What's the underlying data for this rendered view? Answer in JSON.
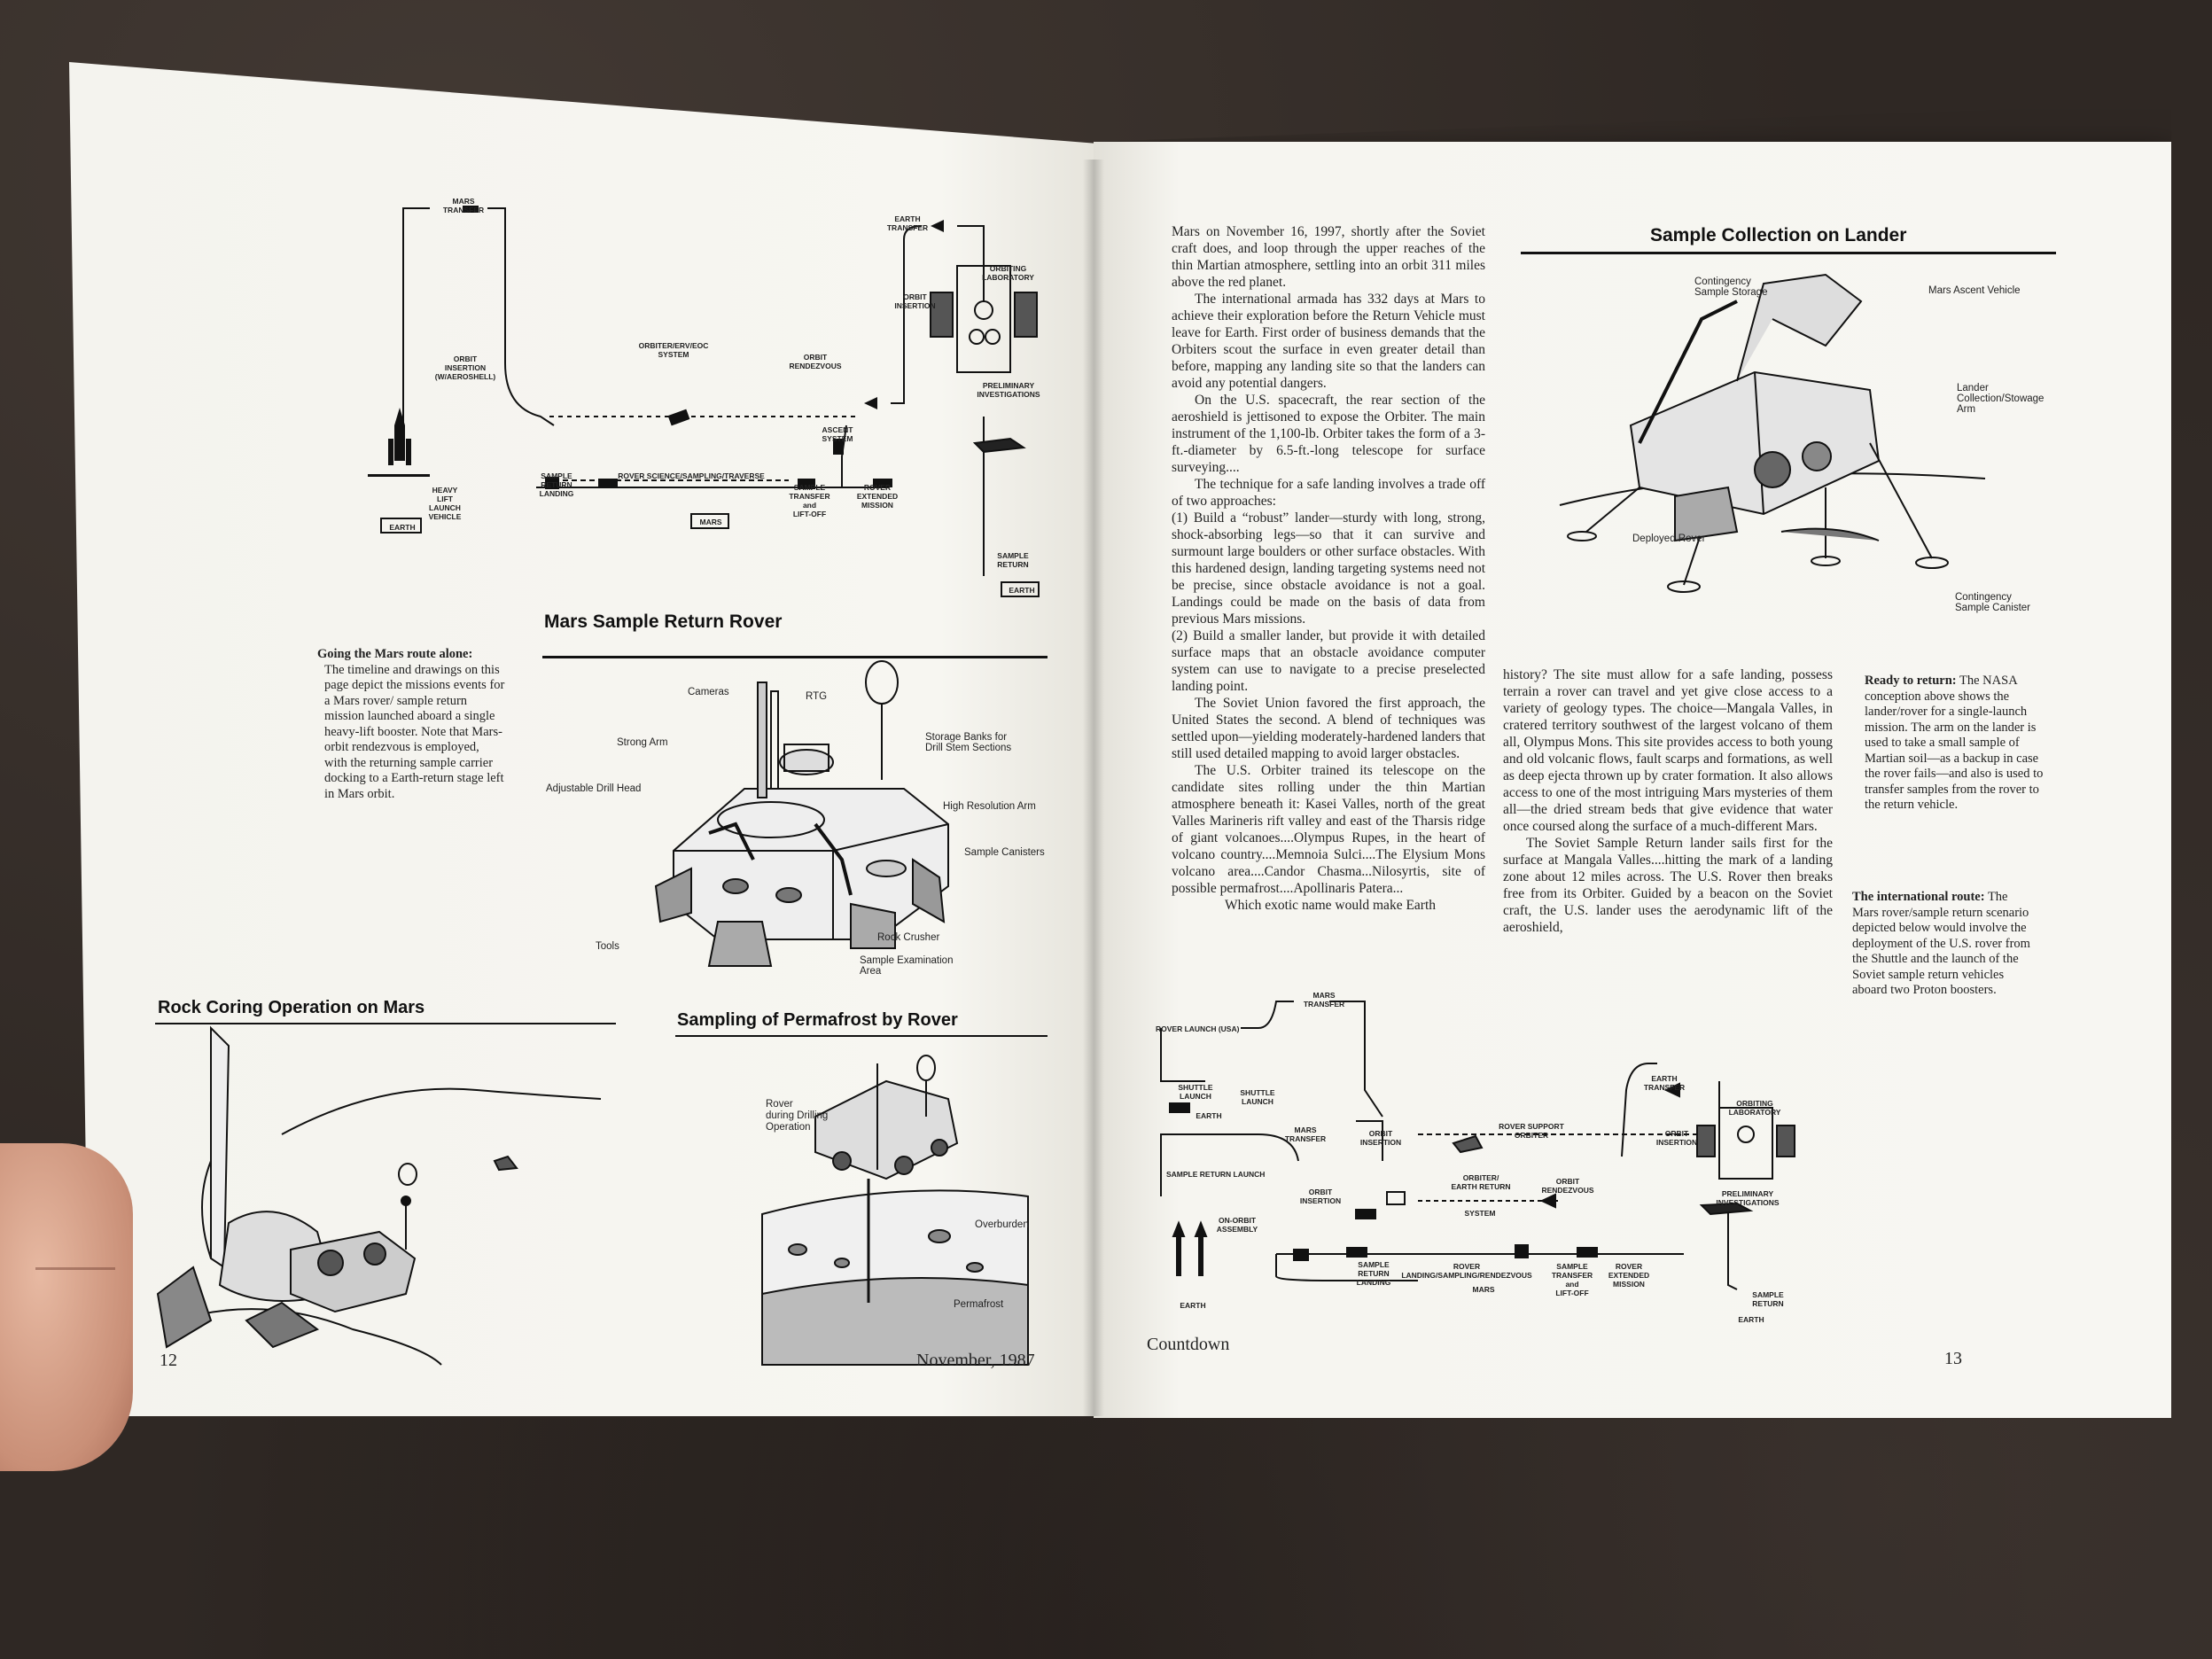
{
  "left_page": {
    "timeline_top": {
      "mars_transfer": "MARS\nTRANSFER",
      "earth_transfer": "EARTH\nTRANSFER",
      "orbiting_laboratory": "ORBITING\nLABORATORY",
      "orbit_insertion_right": "ORBIT\nINSERTION",
      "orbit_insertion_aeroshell": "ORBIT\nINSERTION\n(W/AEROSHELL)",
      "orbiter_erv_eoc": "ORBITER/ERV/EOC\nSYSTEM",
      "orbit_rendezvous": "ORBIT\nRENDEZVOUS",
      "preliminary_investigations": "PRELIMINARY\nINVESTIGATIONS",
      "ascent_system": "ASCENT\nSYSTEM",
      "heavy_lift": "HEAVY\nLIFT\nLAUNCH\nVEHICLE",
      "sample_return_landing": "SAMPLE\nRETURN\nLANDING",
      "rover_traverse": "ROVER  SCIENCE/SAMPLING/TRAVERSE",
      "sample_transfer": "SAMPLE\nTRANSFER\nand\nLIFT-OFF",
      "rover_extended": "ROVER\nEXTENDED\nMISSION",
      "mars_box": "MARS",
      "earth_box": "EARTH",
      "sample_return": "SAMPLE\nRETURN",
      "earth_box_right": "EARTH"
    },
    "rover_heading": "Mars Sample Return Rover",
    "rover_labels": {
      "cameras": "Cameras",
      "rtg": "RTG",
      "strong_arm": "Strong Arm",
      "storage_banks": "Storage Banks for\nDrill Stem Sections",
      "drill_head": "Adjustable Drill Head",
      "high_res_arm": "High Resolution Arm",
      "sample_canisters": "Sample Canisters",
      "rock_crusher": "Rock Crusher",
      "tools": "Tools",
      "sample_exam": "Sample Examination\nArea"
    },
    "sidebar_title": "Going the Mars route alone:",
    "sidebar_text": "The timeline and drawings on this page depict the missions events for a Mars rover/ sample return mission launched aboard a single heavy-lift booster. Note that Mars-orbit rendezvous is employed, with the returning sample carrier docking to a Earth-return stage left in Mars orbit.",
    "rock_coring_heading": "Rock Coring Operation on Mars",
    "permafrost_heading": "Sampling of Permafrost by Rover",
    "permafrost_labels": {
      "rover_drilling": "Rover\nduring Drilling\nOperation",
      "overburden": "Overburden",
      "permafrost": "Permafrost"
    },
    "page_number": "12",
    "date": "November, 1987"
  },
  "right_page": {
    "article_col1": [
      "Mars on November 16, 1997, shortly after the Soviet craft does, and loop through the upper reaches of the thin Martian atmosphere, settling into an orbit 311 miles above the red planet.",
      "The international armada has 332 days at Mars to achieve their exploration before the Return Vehicle must leave for Earth. First order of business demands that the Orbiters scout the surface in even greater detail than before, mapping any landing site so that the landers can avoid any potential dangers.",
      "On the U.S. spacecraft, the rear section of the aeroshield is jettisoned to expose the Orbiter. The main instrument of the 1,100-lb. Orbiter takes the form of a 3-ft.-diameter by 6.5-ft.-long telescope for surface surveying....",
      "The technique for a safe landing involves a trade off of two approaches:",
      "(1) Build a “robust” lander—sturdy with long, strong, shock-absorbing legs—so that it can survive and surmount large boulders or other surface obstacles. With this hardened design, landing targeting systems need not be precise, since obstacle avoidance is not a goal. Landings could be made on the basis of data from previous Mars missions.",
      "(2) Build a smaller lander, but provide it with detailed surface maps that an obstacle avoidance computer system can use to navigate to a precise preselected landing point.",
      "The Soviet Union favored the first approach, the United States the second. A blend of techniques was settled upon—yielding moderately-hardened landers that still used detailed mapping to avoid larger obstacles.",
      "The U.S. Orbiter trained its telescope on the candidate sites rolling under the thin Martian atmosphere beneath it: Kasei Valles, north of the great Valles Marineris rift valley and east of the Tharsis ridge of giant volcanoes....Olympus Rupes, in the heart of volcano country....Memnoia Sulci....The Elysium Mons volcano area....Candor Chasma...Nilosyrtis, site of possible permafrost....Apollinaris Patera...",
      "Which exotic name would make Earth"
    ],
    "article_col2": [
      "history? The site must allow for a safe landing, possess terrain a rover can travel and yet give close access to a variety of geology types. The choice—Mangala Valles, in cratered territory southwest of the largest volcano of them all, Olympus Mons. This site provides access to both young and old volcanic flows, fault scarps and formations, as well as deep ejecta thrown up by crater formation. It also allows access to one of the most intriguing Mars mysteries of them all—the dried stream beds that give evidence that water once coursed along the surface of a much-different Mars.",
      "The Soviet Sample Return lander sails first for the surface at Mangala Valles....hitting the mark of a landing zone about 12 miles across. The U.S. Rover then breaks free from its Orbiter. Guided by a beacon on the Soviet craft, the U.S. lander uses the aerodynamic lift of the aeroshield,"
    ],
    "lander_heading": "Sample Collection on Lander",
    "lander_labels": {
      "contingency_storage": "Contingency\nSample Storage",
      "ascent_vehicle": "Mars Ascent Vehicle",
      "lander_arm": "Lander\nCollection/Stowage\nArm",
      "deployed_rover": "Deployed Rover",
      "contingency_canister": "Contingency\nSample Canister"
    },
    "sidebar_ready_title": "Ready to return:",
    "sidebar_ready_text": "The NASA conception above shows the lander/rover for a single-launch mission. The arm on the lander is used to take a small sample of Martian soil—as a backup in case the rover fails—and also is used to transfer samples from the rover to the return vehicle.",
    "sidebar_intl_title": "The international route:",
    "sidebar_intl_text": "The Mars rover/sample return scenario depicted below would involve the deployment of the U.S. rover from the Shuttle and the launch of the Soviet sample return vehicles aboard two Proton boosters.",
    "timeline_bottom": {
      "rover_launch": "ROVER LAUNCH (USA)",
      "mars_transfer": "MARS\nTRANSFER",
      "shuttle_launch": "SHUTTLE\nLAUNCH",
      "shuttle_launch2": "SHUTTLE\nLAUNCH",
      "earth1": "EARTH",
      "sample_return_launch": "SAMPLE RETURN LAUNCH",
      "mars_transfer2": "MARS\nTRANSFER",
      "orbit_insertion": "ORBIT\nINSERTION",
      "rover_support_orbiter": "ROVER SUPPORT\nORBITER",
      "earth_transfer": "EARTH\nTRANSFER",
      "orbiting_laboratory": "ORBITING\nLABORATORY",
      "orbit_insertion2": "ORBIT\nINSERTION",
      "orbiter_earth_return": "ORBITER/\nEARTH RETURN",
      "system": "SYSTEM",
      "orbit_rendezvous": "ORBIT\nRENDEZVOUS",
      "orbit_insertion3": "ORBIT\nINSERTION",
      "on_orbit_assembly": "ON-ORBIT\nASSEMBLY",
      "preliminary_investigations": "PRELIMINARY\nINVESTIGATIONS",
      "sample_return_landing": "SAMPLE\nRETURN\nLANDING",
      "rover_landing": "ROVER\nLANDING/SAMPLING/RENDEZVOUS",
      "sample_transfer": "SAMPLE\nTRANSFER\nand\nLIFT-OFF",
      "rover_extended": "ROVER\nEXTENDED\nMISSION",
      "mars": "MARS",
      "earth2": "EARTH",
      "sample_return": "SAMPLE\nRETURN",
      "earth3": "EARTH"
    },
    "footer_title": "Countdown",
    "page_number": "13"
  }
}
